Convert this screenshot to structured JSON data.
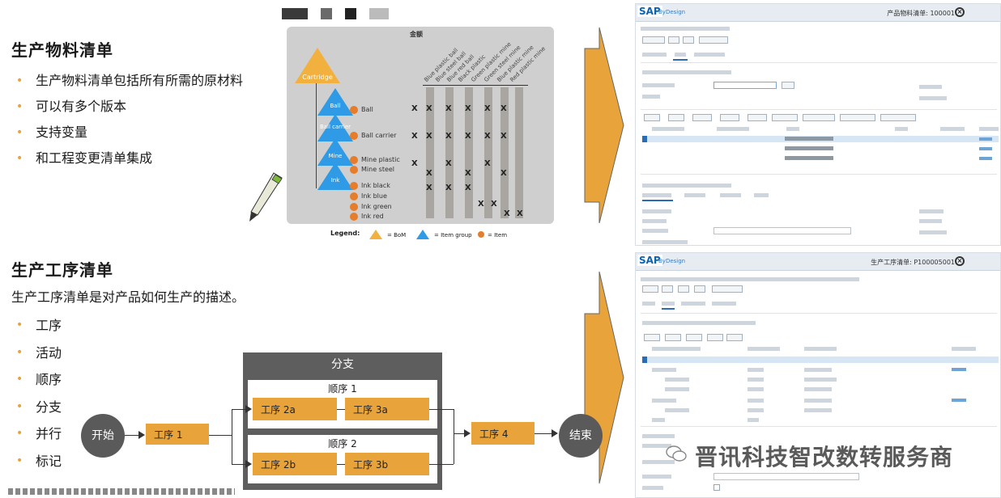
{
  "section_bom": {
    "title": "生产物料清单",
    "bullets": [
      "生产物料清单包括所有所需的原材料",
      "可以有多个版本",
      "支持变量",
      "和工程变更清单集成"
    ]
  },
  "section_routing": {
    "title": "生产工序清单",
    "desc": "生产工序清单是对产品如何生产的描述。",
    "bullets": [
      "工序",
      "活动",
      "顺序",
      "分支",
      "并行",
      "标记"
    ]
  },
  "bom_diagram": {
    "top_label": "金额",
    "root": "Cartridge",
    "groups": [
      "Ball",
      "Ball carrier",
      "Mine",
      "Ink"
    ],
    "items": [
      "Ball",
      "Ball carrier",
      "Mine plastic",
      "Mine steel",
      "Ink black",
      "Ink blue",
      "Ink green",
      "Ink red"
    ],
    "columns": [
      "Blue plastic ball",
      "Blue steel ball",
      "Blue red ball",
      "Black plastic",
      "Green plastic mine",
      "Green steel mine",
      "Blue plastic mine",
      "Red plastic mine"
    ],
    "legend_title": "Legend:",
    "legend_bom": "= BoM",
    "legend_group": "= Item group",
    "legend_item": "= Item"
  },
  "sap_top": {
    "logo": "SAP",
    "product": "ByDesign",
    "title": "产品物料清单: 100001"
  },
  "sap_bottom": {
    "logo": "SAP",
    "product": "ByDesign",
    "title": "生产工序清单: P100005001"
  },
  "routing_diagram": {
    "branch_title": "分支",
    "start": "开始",
    "end": "结束",
    "op1": "工序 1",
    "seq1": "顺序 1",
    "seq2": "顺序 2",
    "op2a": "工序 2a",
    "op3a": "工序 3a",
    "op2b": "工序 2b",
    "op3b": "工序 3b",
    "op4": "工序 4"
  },
  "watermark": "晋讯科技智改数转服务商"
}
